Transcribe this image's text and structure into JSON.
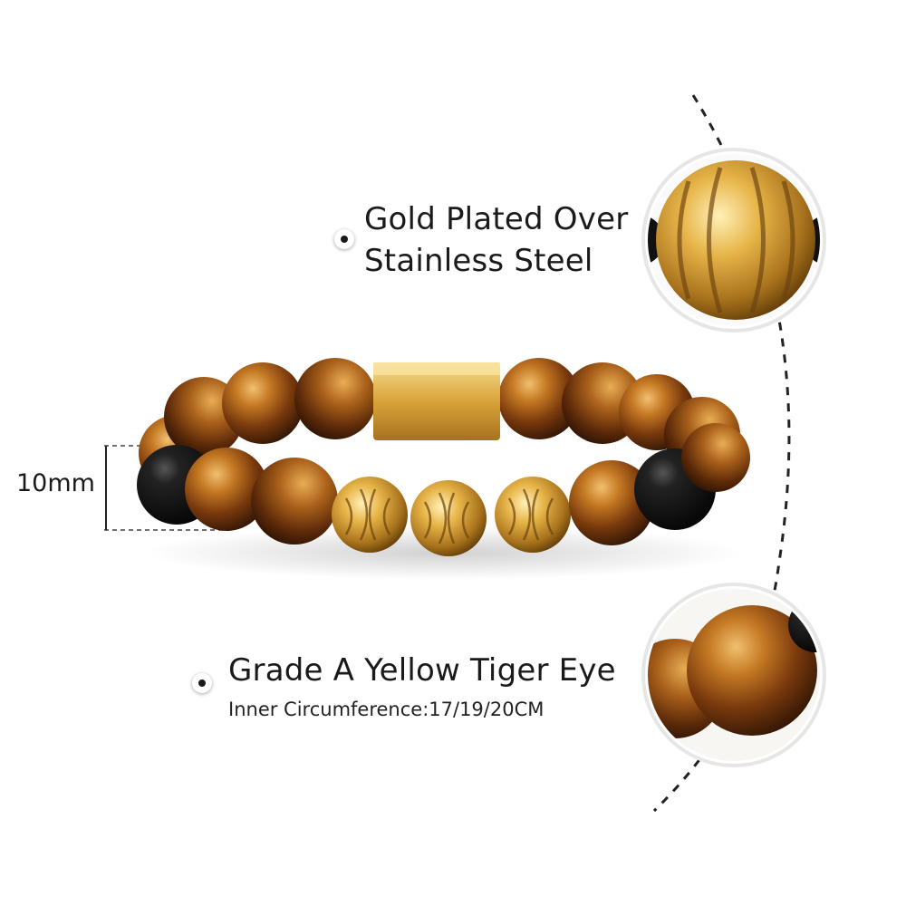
{
  "features": {
    "metal": {
      "line1": "Gold Plated Over",
      "line2": "Stainless Steel"
    },
    "stone": {
      "title": "Grade A Yellow Tiger Eye",
      "subtitle": "Inner Circumference:17/19/20CM"
    }
  },
  "dimension": {
    "label": "10mm"
  },
  "colors": {
    "tiger_eye_dark": "#3b1a06",
    "tiger_eye_mid": "#9a5412",
    "tiger_eye_light": "#e3a449",
    "gold": "#d9a33a",
    "gold_light": "#f4d27c",
    "onyx": "#141414"
  }
}
